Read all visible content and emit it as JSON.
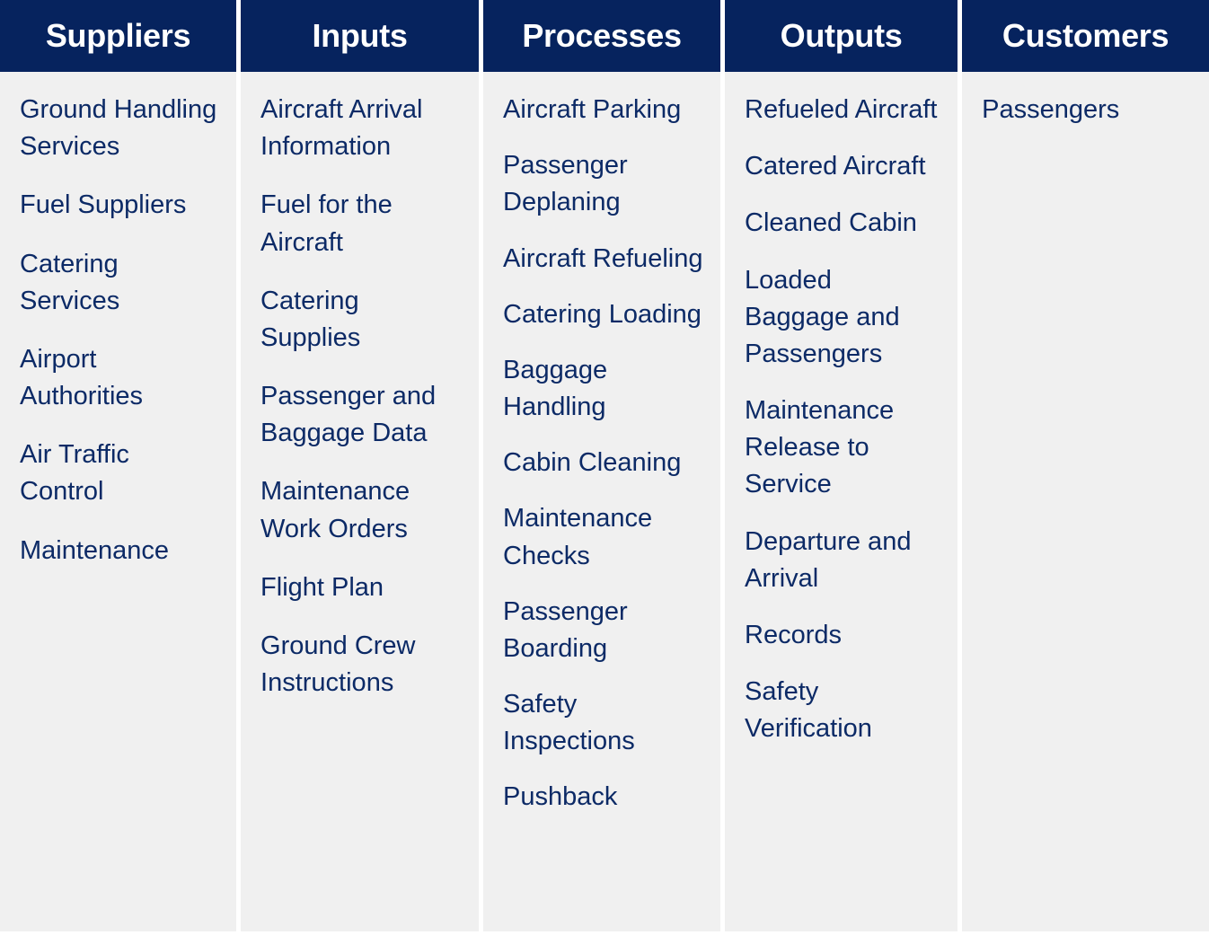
{
  "diagram": {
    "type": "SIPOC",
    "colors": {
      "header_background": "#06235e",
      "header_text": "#ffffff",
      "body_background": "#f0f0f0",
      "body_text": "#0c2a66",
      "gutter": "#ffffff"
    },
    "columns": [
      {
        "header": "Suppliers",
        "items": [
          "Ground Handling Services",
          "Fuel Suppliers",
          "Catering Services",
          "Airport Authorities",
          "Air Traffic Control",
          "Maintenance"
        ]
      },
      {
        "header": "Inputs",
        "items": [
          "Aircraft Arrival Information",
          "Fuel for the Aircraft",
          "Catering Supplies",
          "Passenger and Baggage Data",
          "Maintenance Work Orders",
          "Flight Plan",
          "Ground Crew Instructions"
        ]
      },
      {
        "header": "Processes",
        "items": [
          "Aircraft Parking",
          "Passenger Deplaning",
          "Aircraft Refueling",
          "Catering Loading",
          "Baggage Handling",
          "Cabin Cleaning",
          "Maintenance Checks",
          "Passenger Boarding",
          "Safety Inspections",
          "Pushback"
        ]
      },
      {
        "header": "Outputs",
        "items": [
          "Refueled Aircraft",
          "Catered Aircraft",
          "Cleaned Cabin",
          "Loaded Baggage and Passengers",
          "Maintenance Release to Service",
          "Departure and Arrival",
          "Records",
          "Safety Verification"
        ]
      },
      {
        "header": "Customers",
        "items": [
          "Passengers"
        ]
      }
    ]
  }
}
